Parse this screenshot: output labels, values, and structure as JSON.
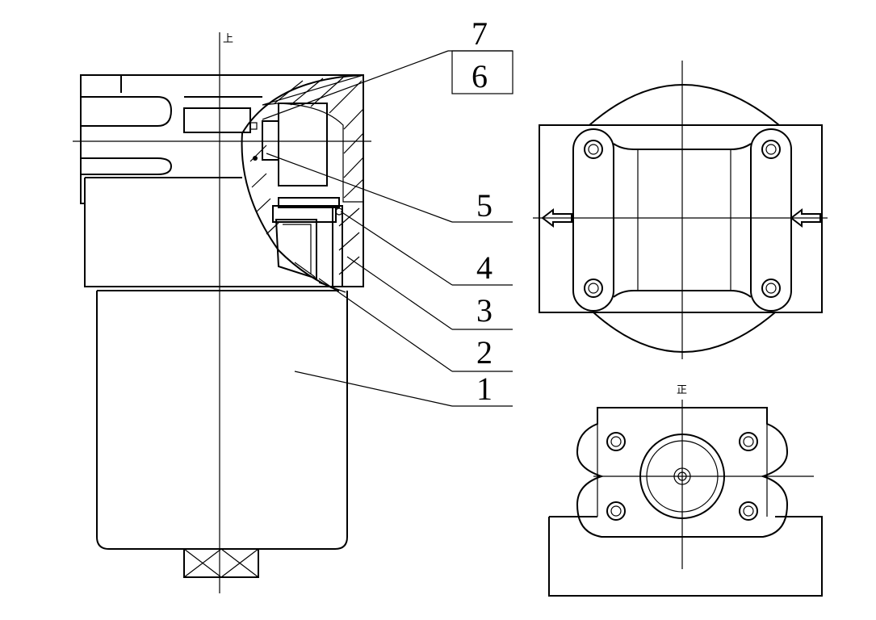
{
  "drawing": {
    "callouts": [
      "7",
      "6",
      "5",
      "4",
      "3",
      "2",
      "1"
    ],
    "view_marks": [
      "上",
      "正"
    ]
  }
}
